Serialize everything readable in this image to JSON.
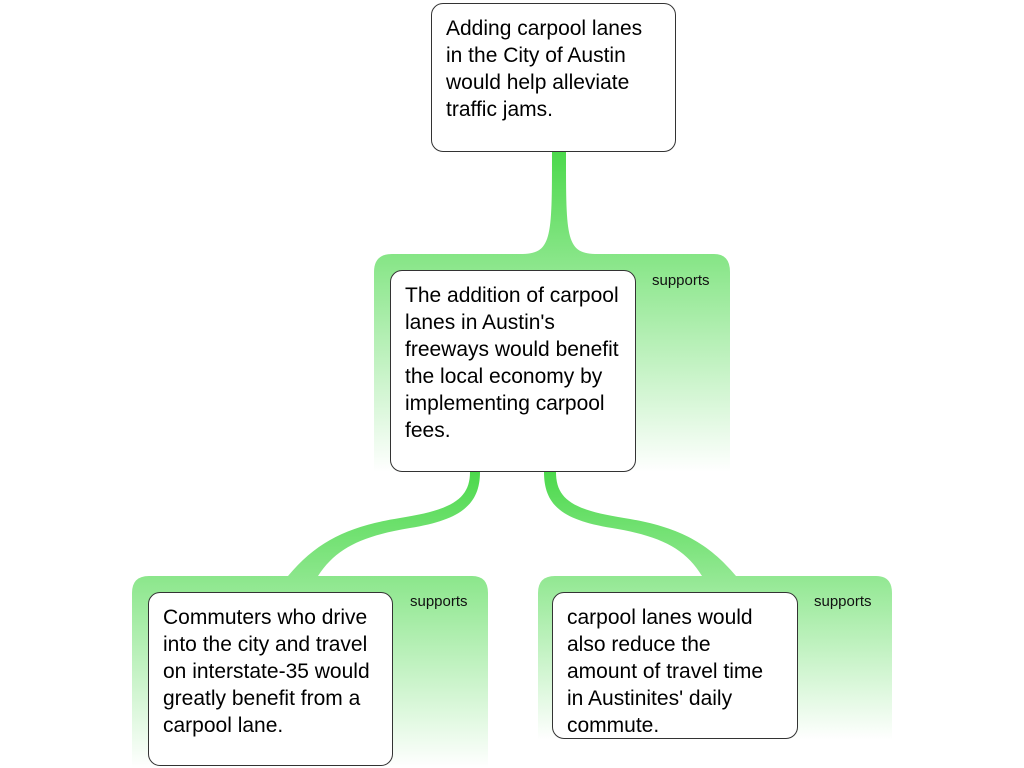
{
  "colors": {
    "connector": "#4cd94c",
    "fade_to": "#ffffff",
    "box_border": "#333333",
    "text": "#000000"
  },
  "nodes": {
    "claim": "Adding carpool lanes in the City of Austin would help alleviate traffic jams.",
    "reason": "The addition of carpool lanes in Austin's freeways would benefit the local economy by implementing carpool fees.",
    "evidence_left": "Commuters who drive into the city and travel on interstate-35 would greatly benefit from a carpool lane.",
    "evidence_right": "carpool lanes would also reduce the amount of travel time in Austinites' daily commute."
  },
  "relations": {
    "reason_to_claim": "supports",
    "left_to_reason": "supports",
    "right_to_reason": "supports"
  }
}
